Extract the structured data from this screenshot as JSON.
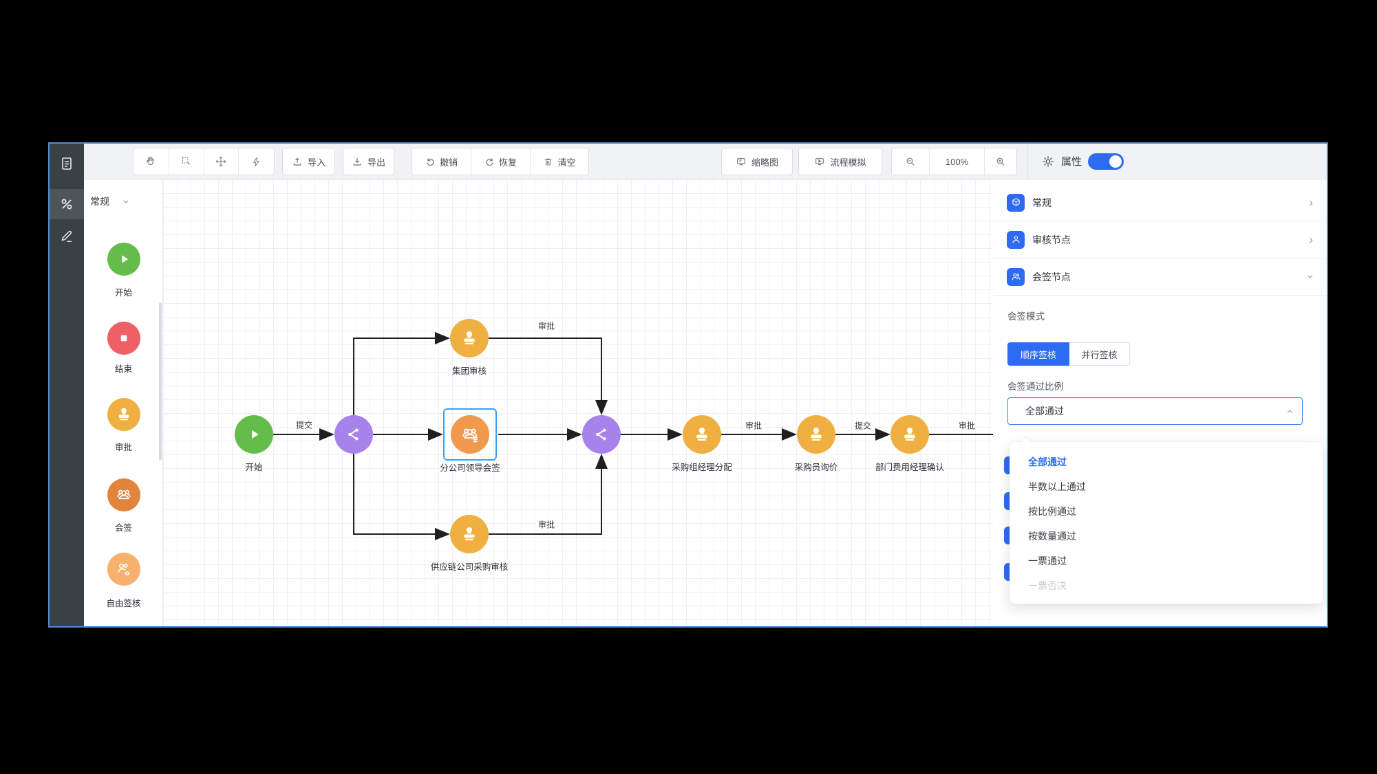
{
  "toolbar": {
    "import_label": "导入",
    "export_label": "导出",
    "undo_label": "撤销",
    "redo_label": "恢复",
    "clear_label": "清空",
    "minimap_label": "缩略图",
    "simulate_label": "流程模拟",
    "zoom_level": "100%"
  },
  "rail": {
    "icons": [
      "form-icon",
      "nodes-palette-icon",
      "pencil-icon"
    ],
    "active_index": 1
  },
  "palette": {
    "group_label": "常规",
    "items": [
      {
        "type": "start",
        "label": "开始",
        "color": "#64bd4a"
      },
      {
        "type": "end",
        "label": "结束",
        "color": "#ee5f66"
      },
      {
        "type": "approve",
        "label": "审批",
        "color": "#efb041"
      },
      {
        "type": "countersign",
        "label": "会签",
        "color": "#e2843b"
      },
      {
        "type": "free-sign",
        "label": "自由签核",
        "color": "#f6b16d"
      }
    ]
  },
  "canvas": {
    "nodes": [
      {
        "id": "start",
        "label": "开始",
        "type": "start"
      },
      {
        "id": "group-review",
        "label": "集团审核",
        "type": "approve"
      },
      {
        "id": "branch-leader-countersign",
        "label": "分公司领导会签",
        "type": "countersign",
        "selected": true
      },
      {
        "id": "supply-chain-review",
        "label": "供应链公司采购审核",
        "type": "approve"
      },
      {
        "id": "purchase-manager-assign",
        "label": "采购组经理分配",
        "type": "approve"
      },
      {
        "id": "buyer-inquiry",
        "label": "采购员询价",
        "type": "approve"
      },
      {
        "id": "dept-expense-confirm",
        "label": "部门费用经理确认",
        "type": "approve"
      }
    ],
    "edge_labels": {
      "submit1": "提交",
      "approve_top": "审批",
      "approve_bottom": "审批",
      "approve_mid": "审批",
      "submit2": "提交",
      "approve_right": "审批"
    }
  },
  "panel": {
    "title": "属性",
    "toggle_on": true,
    "sections": [
      {
        "label": "常规",
        "state": "collapsed"
      },
      {
        "label": "审核节点",
        "state": "collapsed"
      },
      {
        "label": "会签节点",
        "state": "expanded"
      }
    ],
    "sign_mode": {
      "label": "会签模式",
      "options": [
        "顺序签核",
        "并行签核"
      ],
      "selected": "顺序签核"
    },
    "pass_ratio": {
      "label": "会签通过比例",
      "value": "全部通过",
      "options": [
        "全部通过",
        "半数以上通过",
        "按比例通过",
        "按数量通过",
        "一票通过",
        "一票否决"
      ],
      "selected": "全部通过",
      "disabled_option": "一票否决"
    }
  },
  "colors": {
    "accent_blue": "#2c6bf2",
    "selection_blue": "#3d9ff0",
    "node_green": "#64bd4a",
    "node_red": "#ee5f66",
    "node_amber": "#efb041",
    "node_orange": "#f09a4e",
    "node_purple": "#a583ea",
    "edge_black": "#1f1f1f",
    "rail_dark": "#3a4145"
  }
}
